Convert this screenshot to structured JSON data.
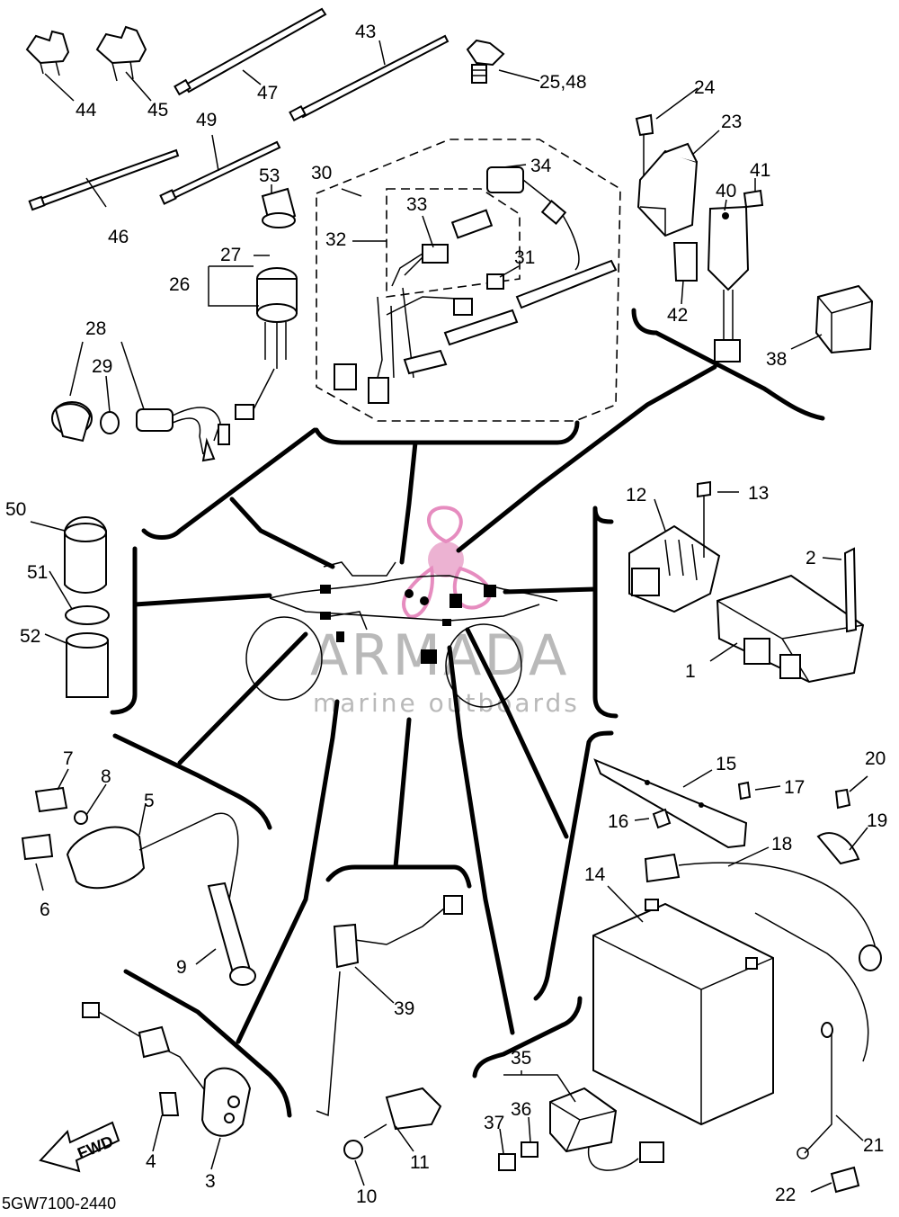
{
  "diagram_code": "5GW7100-2440",
  "watermark": {
    "brand": "ARMADA",
    "tagline": "marine outboards"
  },
  "fwd_label": "FWD",
  "callouts": {
    "c1": "1",
    "c2": "2",
    "c3": "3",
    "c4": "4",
    "c5": "5",
    "c6": "6",
    "c7": "7",
    "c8": "8",
    "c9": "9",
    "c10": "10",
    "c11": "11",
    "c12": "12",
    "c13": "13",
    "c14": "14",
    "c15": "15",
    "c16": "16",
    "c17": "17",
    "c18": "18",
    "c19": "19",
    "c20": "20",
    "c21": "21",
    "c22": "22",
    "c23": "23",
    "c24": "24",
    "c25_48": "25,48",
    "c26": "26",
    "c27": "27",
    "c28": "28",
    "c29": "29",
    "c30": "30",
    "c31": "31",
    "c32": "32",
    "c33": "33",
    "c34": "34",
    "c35": "35",
    "c36": "36",
    "c37": "37",
    "c38": "38",
    "c39": "39",
    "c40": "40",
    "c41": "41",
    "c42": "42",
    "c43": "43",
    "c44": "44",
    "c45": "45",
    "c46": "46",
    "c47": "47",
    "c49": "49",
    "c50": "50",
    "c51": "51",
    "c52": "52",
    "c53": "53"
  }
}
